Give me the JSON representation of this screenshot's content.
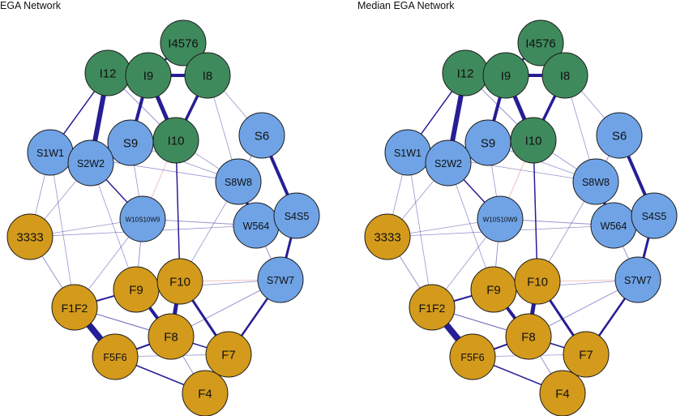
{
  "panels": [
    {
      "title": "EGA Network"
    },
    {
      "title": "Median EGA Network"
    }
  ],
  "colors": {
    "green": "#3f8a5c",
    "blue": "#6fa3e6",
    "orange": "#d39a1c",
    "edge_pos": "#1a1290",
    "edge_neg": "#d9534f"
  },
  "nodes": [
    {
      "id": "I4576",
      "group": "green"
    },
    {
      "id": "I12",
      "group": "green"
    },
    {
      "id": "I9",
      "group": "green"
    },
    {
      "id": "I8",
      "group": "green"
    },
    {
      "id": "I10",
      "group": "green"
    },
    {
      "id": "S1W1",
      "group": "blue"
    },
    {
      "id": "S9",
      "group": "blue"
    },
    {
      "id": "S2W2",
      "group": "blue"
    },
    {
      "id": "S6",
      "group": "blue"
    },
    {
      "id": "S8W8",
      "group": "blue"
    },
    {
      "id": "W10S10W9",
      "group": "blue"
    },
    {
      "id": "W564",
      "group": "blue"
    },
    {
      "id": "S4S5",
      "group": "blue"
    },
    {
      "id": "S7W7",
      "group": "blue"
    },
    {
      "id": "3333",
      "group": "orange"
    },
    {
      "id": "F9",
      "group": "orange"
    },
    {
      "id": "F10",
      "group": "orange"
    },
    {
      "id": "F1F2",
      "group": "orange"
    },
    {
      "id": "F8",
      "group": "orange"
    },
    {
      "id": "F5F6",
      "group": "orange"
    },
    {
      "id": "F7",
      "group": "orange"
    },
    {
      "id": "F4",
      "group": "orange"
    }
  ],
  "edges": [
    [
      "I12",
      "I9",
      5,
      "pos"
    ],
    [
      "I9",
      "I8",
      4,
      "pos"
    ],
    [
      "I12",
      "S2W2",
      6,
      "pos"
    ],
    [
      "I9",
      "S9",
      4,
      "pos"
    ],
    [
      "I9",
      "I10",
      5,
      "pos"
    ],
    [
      "I8",
      "I10",
      3.5,
      "pos"
    ],
    [
      "I4576",
      "I8",
      3,
      "pos"
    ],
    [
      "I4576",
      "I9",
      2.5,
      "pos"
    ],
    [
      "I12",
      "S1W1",
      1.5,
      "pos"
    ],
    [
      "I8",
      "S8W8",
      0.8,
      "pos"
    ],
    [
      "I10",
      "S8W8",
      0.8,
      "pos"
    ],
    [
      "I10",
      "F10",
      1.5,
      "pos"
    ],
    [
      "I10",
      "W10S10W9",
      0.8,
      "neg"
    ],
    [
      "S1W1",
      "S2W2",
      2,
      "pos"
    ],
    [
      "S2W2",
      "S9",
      1.5,
      "pos"
    ],
    [
      "S2W2",
      "W10S10W9",
      1.5,
      "pos"
    ],
    [
      "S1W1",
      "3333",
      0.8,
      "pos"
    ],
    [
      "S1W1",
      "F1F2",
      0.8,
      "pos"
    ],
    [
      "S6",
      "S8W8",
      1,
      "pos"
    ],
    [
      "S6",
      "S4S5",
      4,
      "pos"
    ],
    [
      "S8W8",
      "W564",
      3.5,
      "pos"
    ],
    [
      "W564",
      "S4S5",
      5,
      "pos"
    ],
    [
      "S4S5",
      "S7W7",
      3,
      "pos"
    ],
    [
      "W564",
      "S7W7",
      1,
      "pos"
    ],
    [
      "W10S10W9",
      "W564",
      1,
      "pos"
    ],
    [
      "W10S10W9",
      "F9",
      1,
      "pos"
    ],
    [
      "W10S10W9",
      "3333",
      0.8,
      "pos"
    ],
    [
      "S7W7",
      "F7",
      2.5,
      "pos"
    ],
    [
      "S7W7",
      "F8",
      1,
      "pos"
    ],
    [
      "F10",
      "S7W7",
      0.8,
      "neg"
    ],
    [
      "3333",
      "F1F2",
      1,
      "pos"
    ],
    [
      "F1F2",
      "F9",
      2,
      "pos"
    ],
    [
      "F1F2",
      "F5F6",
      8,
      "pos"
    ],
    [
      "F1F2",
      "F8",
      1,
      "pos"
    ],
    [
      "F9",
      "F8",
      4,
      "pos"
    ],
    [
      "F9",
      "F10",
      2,
      "pos"
    ],
    [
      "F10",
      "F8",
      5,
      "pos"
    ],
    [
      "F10",
      "F7",
      3,
      "pos"
    ],
    [
      "F8",
      "F7",
      1.5,
      "pos"
    ],
    [
      "F5F6",
      "F8",
      2,
      "pos"
    ],
    [
      "F5F6",
      "F4",
      1.5,
      "pos"
    ],
    [
      "F7",
      "F4",
      4,
      "pos"
    ],
    [
      "F8",
      "F4",
      1,
      "pos"
    ],
    [
      "S9",
      "W10S10W9",
      0.8,
      "pos"
    ],
    [
      "I4576",
      "S6",
      0.8,
      "pos"
    ],
    [
      "S2W2",
      "F9",
      0.8,
      "pos"
    ],
    [
      "3333",
      "W564",
      0.8,
      "pos"
    ],
    [
      "S8W8",
      "F10",
      0.8,
      "pos"
    ],
    [
      "S1W1",
      "S8W8",
      0.8,
      "pos"
    ],
    [
      "F1F2",
      "F7",
      0.8,
      "pos"
    ],
    [
      "S9",
      "S8W8",
      0.8,
      "pos"
    ],
    [
      "I12",
      "I10",
      1,
      "pos"
    ],
    [
      "F5F6",
      "F7",
      0.8,
      "pos"
    ],
    [
      "S2W2",
      "3333",
      0.8,
      "pos"
    ],
    [
      "F9",
      "S7W7",
      0.8,
      "pos"
    ],
    [
      "F1F2",
      "W10S10W9",
      0.8,
      "pos"
    ]
  ]
}
